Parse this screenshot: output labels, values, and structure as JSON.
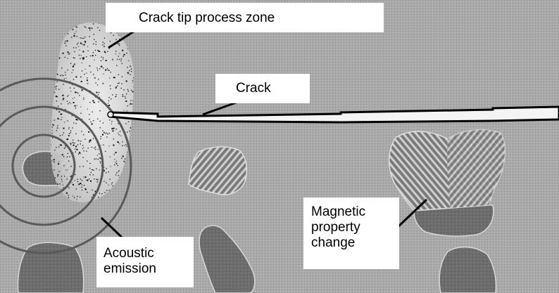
{
  "labels": {
    "process_zone": "Crack tip process zone",
    "crack": "Crack",
    "magnetic_line1": "Magnetic",
    "magnetic_line2": "property",
    "magnetic_line3": "change",
    "acoustic_line1": "Acoustic",
    "acoustic_line2": "emission"
  },
  "colors": {
    "matrix": "#a9a9a9",
    "inclusion": "#6d6d6d",
    "hatched": "#8e8e8e",
    "crack_line": "#000000",
    "label_bg": "#ffffff"
  }
}
